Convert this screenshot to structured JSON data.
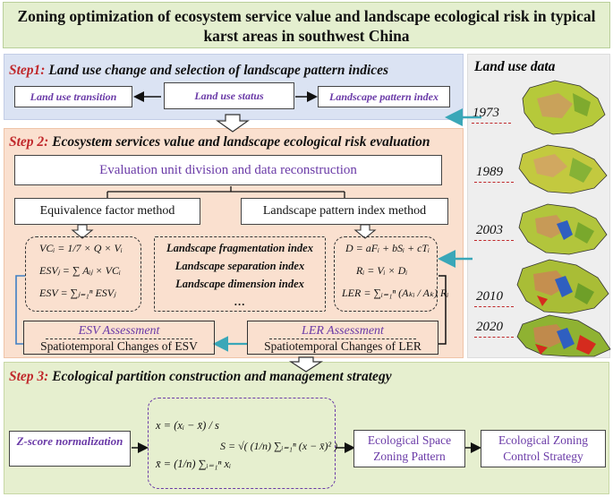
{
  "title": "Zoning optimization of ecosystem service value and landscape ecological risk in typical karst areas in southwest China",
  "step1": {
    "num": "Step1:",
    "label": "Land use change and selection of landscape pattern indices",
    "boxes": [
      "Land use transition",
      "Land use status",
      "Landscape pattern index"
    ]
  },
  "step2": {
    "num": "Step 2:",
    "label": "Ecosystem services value and landscape ecological risk evaluation",
    "eval_unit": "Evaluation unit division and data reconstruction",
    "equivalence": "Equivalence factor method",
    "lpi_method": "Landscape pattern index method",
    "esv_formulas": [
      "VCᵢ = 1/7 × Q × Vᵢ",
      "ESVⱼ = ∑ Aᵢⱼ × VCᵢ",
      "ESV = ∑ⱼ₌₁ⁿ ESVⱼ"
    ],
    "indices": [
      "Landscape fragmentation index",
      "Landscape separation index",
      "Landscape dimension index",
      "…"
    ],
    "ler_formulas": [
      "D = aFᵢ + bSᵢ + cTᵢ",
      "Rᵢ = Vᵢ × Dᵢ",
      "LER = ∑ᵢ₌₁ⁿ (Aₖᵢ / Aₖ) Rᵢ"
    ],
    "esv_assess": "ESV Assessment",
    "esv_change": "Spatiotemporal Changes of ESV",
    "ler_assess": "LER Assessment",
    "ler_change": "Spatiotemporal Changes of LER"
  },
  "step3": {
    "num": "Step 3:",
    "label": "Ecological partition construction and management strategy",
    "zscore": "Z-score normalization",
    "z_formula": "x = (xᵢ − x̄) / s",
    "mean_formula": "x̄ = (1/n) ∑ᵢ₌₁ⁿ xᵢ",
    "sd_formula": "S = √( (1/n) ∑ᵢ₌₁ⁿ (x − x̄)² )",
    "zoning_pattern": "Ecological Space Zoning Pattern",
    "zoning_strategy": "Ecological Zoning Control Strategy"
  },
  "land_use": {
    "title": "Land use data",
    "years": [
      "1973",
      "1989",
      "2003",
      "2010",
      "2020"
    ]
  },
  "colors": {
    "step_number": "#c0282b",
    "purple_text": "#6a3aa7",
    "teal_arrow": "#3aa7b8",
    "blue_line": "#3f7fc4"
  }
}
